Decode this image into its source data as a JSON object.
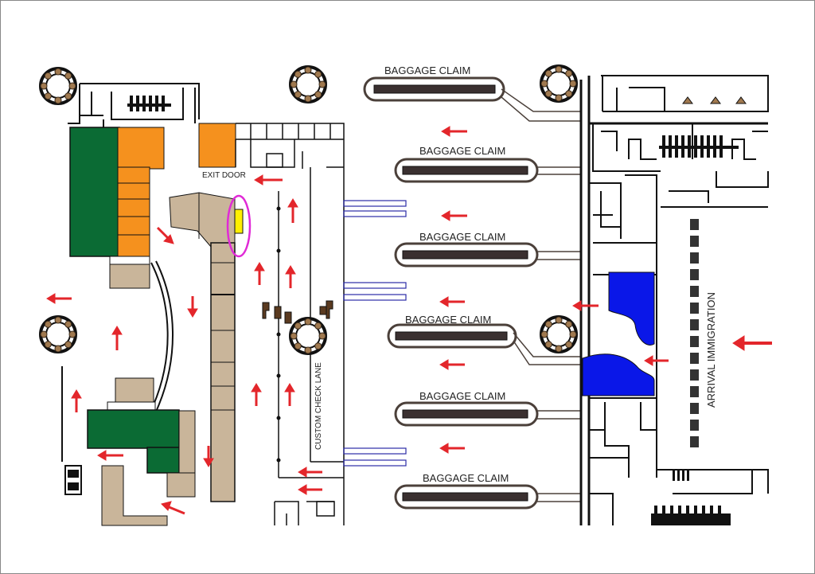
{
  "labels": {
    "baggage_claim": [
      "BAGGAGE CLAIM",
      "BAGGAGE CLAIM",
      "BAGGAGE CLAIM",
      "BAGGAGE CLAIM",
      "BAGGAGE CLAIM",
      "BAGGAGE CLAIM"
    ],
    "exit_door": "EXIT DOOR",
    "custom_check_lane": "CUSTOM CHECK LANE",
    "arrival_immigration": "ARRIVAL IMMIGRATION"
  },
  "colors": {
    "arrow": "#e3262b",
    "shop_green": "#0b6b34",
    "shop_orange": "#f5911e",
    "counter_tan": "#c9b59a",
    "blue_zone": "#0a17e8",
    "highlight_yellow": "#ffef00",
    "highlight_ring": "#e02ad6",
    "carousel_band": "#4b403a",
    "lane_blue": "#2b2ba6"
  },
  "icons": [
    "direction-arrow-icon",
    "ring-waypoint-icon",
    "escalator-icon"
  ]
}
